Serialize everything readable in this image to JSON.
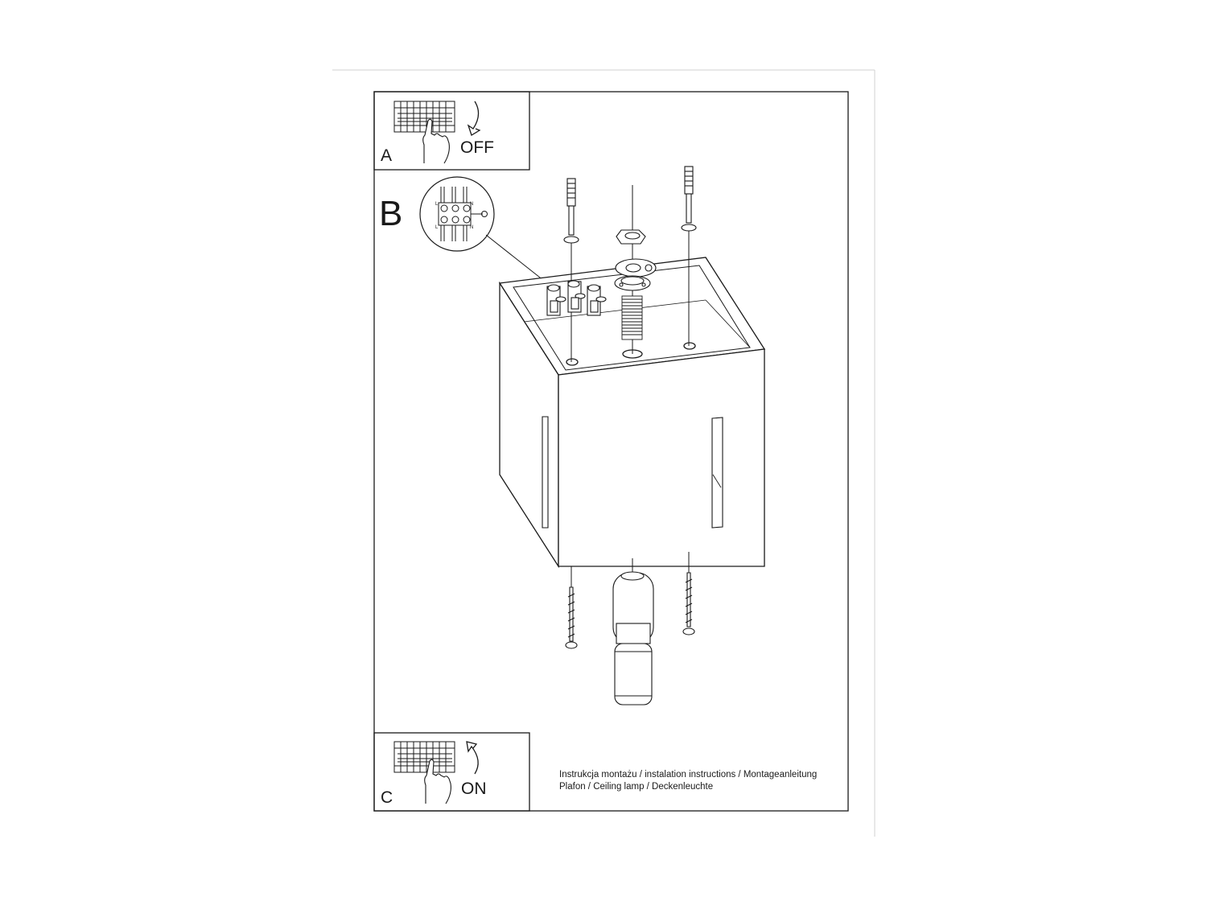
{
  "panels": {
    "a": {
      "letter": "A",
      "state": "OFF"
    },
    "b": {
      "letter": "B",
      "terminal_marks": [
        "L",
        "N",
        "L",
        "N"
      ]
    },
    "c": {
      "letter": "C",
      "state": "ON"
    }
  },
  "caption": {
    "line1": "Instrukcja montażu / instalation instructions / Montageanleitung",
    "line2": "Plafon / Ceiling lamp / Deckenleuchte"
  },
  "colors": {
    "line": "#1a1a1a",
    "paper": "#ffffff",
    "border": "#cfcfcf"
  }
}
